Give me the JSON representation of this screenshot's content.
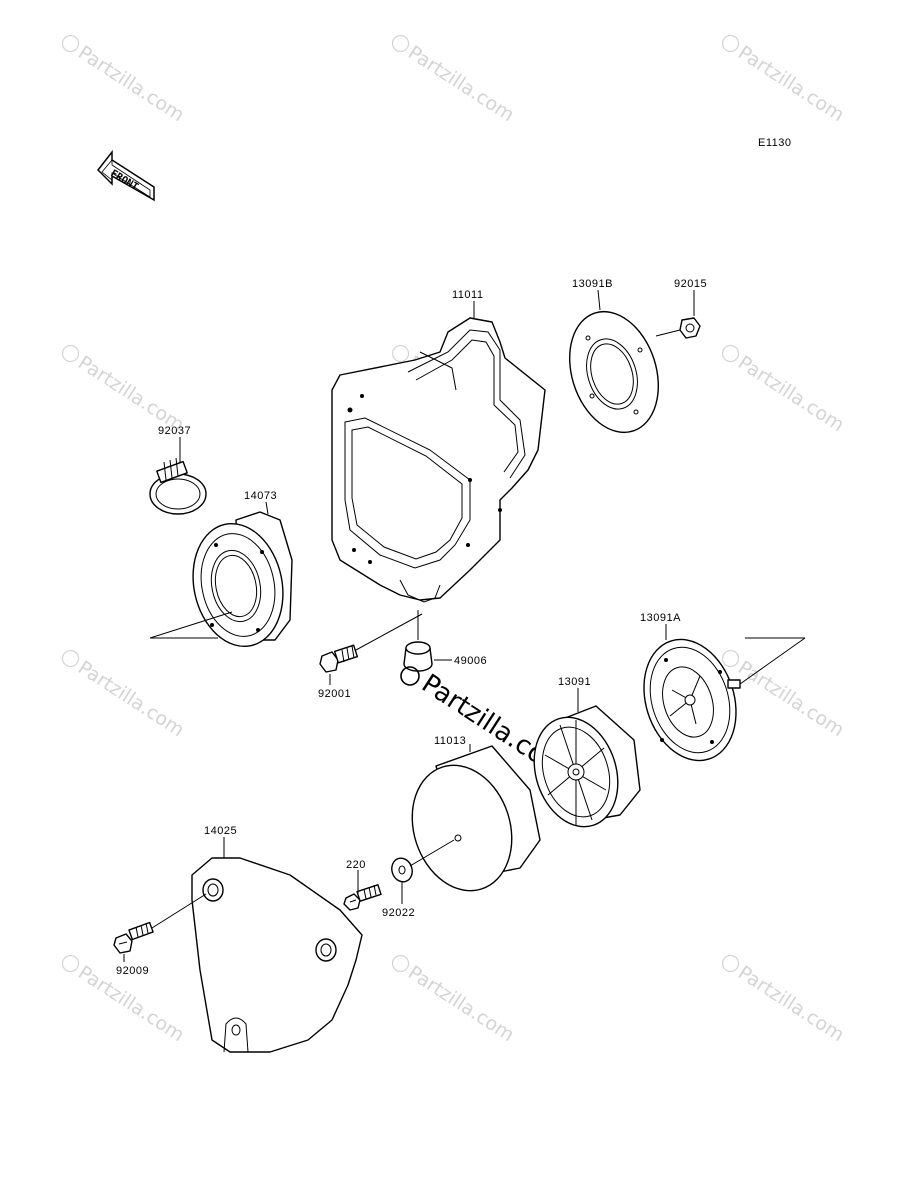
{
  "diagram_code": "E1130",
  "front_arrow_label": "FRONT",
  "watermark_text": "Partzilla.com",
  "center_watermark_text": "Partzilla.com",
  "parts": {
    "p11011": "11011",
    "p13091B": "13091B",
    "p92015": "92015",
    "p92037": "92037",
    "p14073": "14073",
    "p49006": "49006",
    "p92001": "92001",
    "p13091A": "13091A",
    "p13091": "13091",
    "p11013": "11013",
    "p14025": "14025",
    "p220": "220",
    "p92022": "92022",
    "p92009": "92009"
  },
  "colors": {
    "line": "#000000",
    "watermark": "#d4d4d4",
    "background": "#ffffff"
  }
}
